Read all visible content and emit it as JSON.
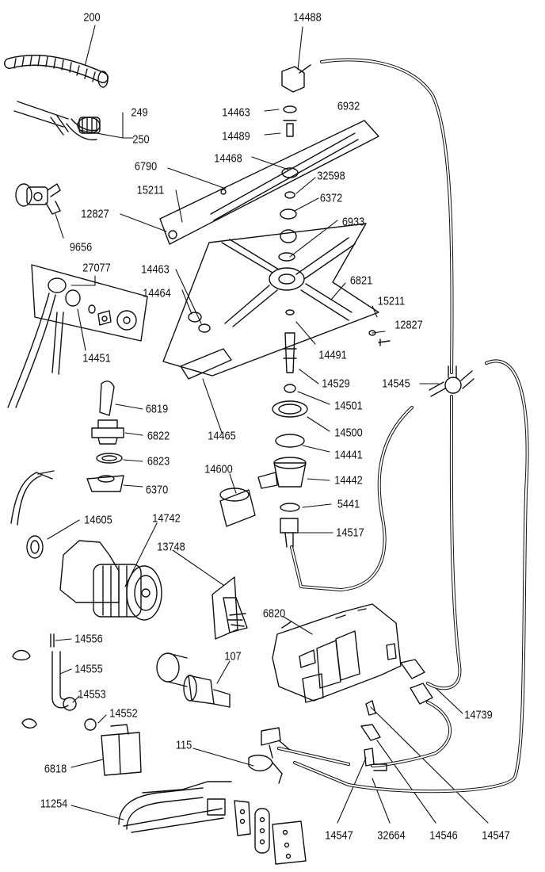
{
  "diagram": {
    "part_labels": {
      "p200": "200",
      "p14488": "14488",
      "p249": "249",
      "p250": "250",
      "p14463a": "14463",
      "p14489": "14489",
      "p6932": "6932",
      "p6790": "6790",
      "p14468": "14468",
      "p32598": "32598",
      "p15211a": "15211",
      "p6372": "6372",
      "p12827a": "12827",
      "p6933": "6933",
      "p9656": "9656",
      "p27077": "27077",
      "p14463b": "14463",
      "p6821": "6821",
      "p14464": "14464",
      "p15211b": "15211",
      "p12827b": "12827",
      "p14451": "14451",
      "p14491": "14491",
      "p14529": "14529",
      "p14545": "14545",
      "p6819": "6819",
      "p14501": "14501",
      "p6822": "6822",
      "p14500": "14500",
      "p14465": "14465",
      "p14441": "14441",
      "p6823": "6823",
      "p14600": "14600",
      "p6370": "6370",
      "p14442": "14442",
      "p5441": "5441",
      "p14605": "14605",
      "p14742": "14742",
      "p14517": "14517",
      "p13748": "13748",
      "p6820": "6820",
      "p14556": "14556",
      "p107": "107",
      "p14555": "14555",
      "p14553": "14553",
      "p14739": "14739",
      "p14552": "14552",
      "p115": "115",
      "p6818": "6818",
      "p11254": "11254",
      "p14547a": "14547",
      "p32664": "32664",
      "p14546": "14546",
      "p14547b": "14547"
    }
  }
}
